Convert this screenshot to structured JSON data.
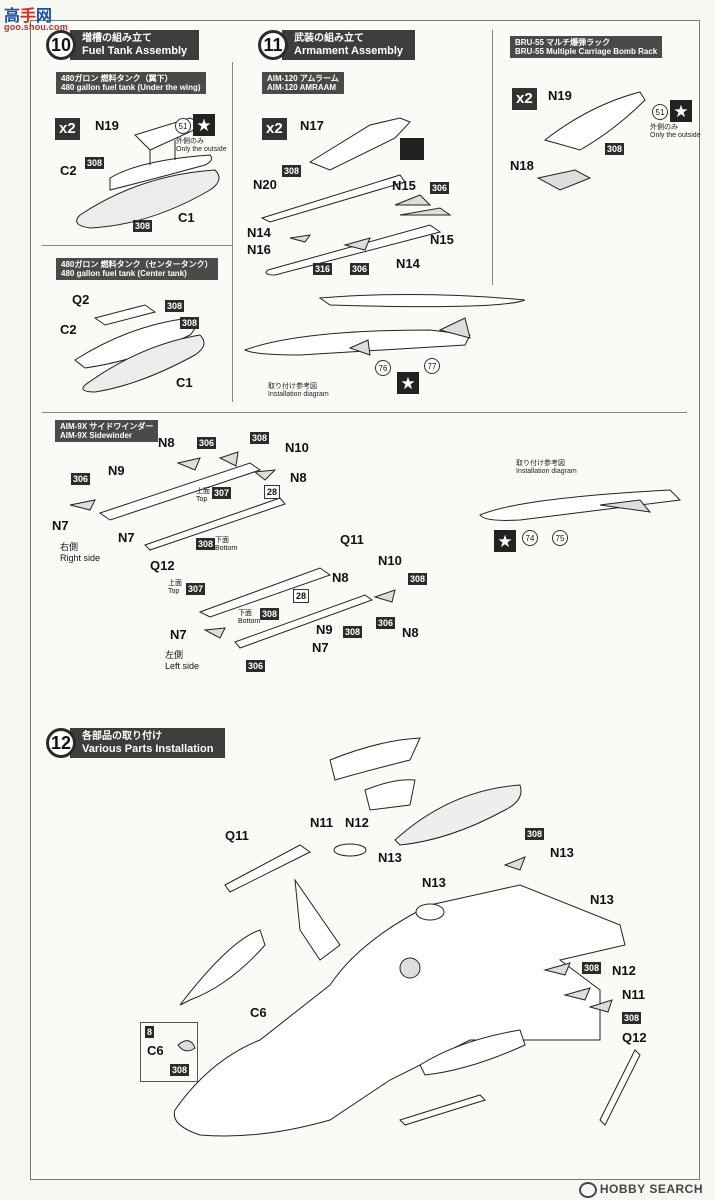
{
  "watermark": {
    "logo_cn": "高",
    "logo_cn_red": "手",
    "logo_cn2": "网",
    "site": "goo.shou.com"
  },
  "step10": {
    "number": "10",
    "title_jp": "増槽の組み立て",
    "title_en": "Fuel Tank Assembly",
    "sub1_jp": "480ガロン 燃料タンク（翼下）",
    "sub1_en": "480 gallon fuel tank (Under the wing)",
    "sub2_jp": "480ガロン 燃料タンク（センタータンク）",
    "sub2_en": "480 gallon fuel tank (Center tank)",
    "qty": "x2",
    "outside_jp": "外側のみ",
    "outside_en": "Only the outside",
    "code51": "51",
    "parts": {
      "n19": "N19",
      "c2": "C2",
      "c1": "C1",
      "q2": "Q2",
      "c2b": "C2",
      "c1b": "C1"
    },
    "paint": "308"
  },
  "step11": {
    "number": "11",
    "title_jp": "武装の組み立て",
    "title_en": "Armament Assembly",
    "sub1_jp": "AIM-120 アムラーム",
    "sub1_en": "AIM-120 AMRAAM",
    "qty": "x2",
    "parts": {
      "n17": "N17",
      "n20": "N20",
      "n15a": "N15",
      "n15b": "N15",
      "n14a": "N14",
      "n16": "N16",
      "n14b": "N14"
    },
    "paint308": "308",
    "paint306": "306",
    "paint316": "316",
    "diagram_jp": "取り付け参考図",
    "diagram_en": "Installation diagram",
    "c76": "76",
    "c77": "77"
  },
  "bru": {
    "title_jp": "BRU-55 マルチ爆弾ラック",
    "title_en": "BRU-55 Multiple Carriage Bomb Rack",
    "qty": "x2",
    "n19": "N19",
    "n18": "N18",
    "code51": "51",
    "outside_jp": "外側のみ",
    "outside_en": "Only the outside",
    "paint": "308"
  },
  "aim9": {
    "title_jp": "AIM-9X サイドワインダー",
    "title_en": "AIM-9X Sidewinder",
    "parts": {
      "n8a": "N8",
      "n10a": "N10",
      "n9a": "N9",
      "n8b": "N8",
      "n7a": "N7",
      "n7b": "N7",
      "q12": "Q12",
      "q11": "Q11",
      "n10b": "N10",
      "n8c": "N8",
      "n8d": "N8",
      "n9b": "N9",
      "n7c": "N7",
      "n7d": "N7"
    },
    "right_jp": "右側",
    "right_en": "Right side",
    "left_jp": "左側",
    "left_en": "Left side",
    "top_jp": "上面",
    "top_en": "Top",
    "bottom_jp": "下面",
    "bottom_en": "Bottom",
    "p306": "306",
    "p308": "308",
    "p307": "307",
    "p28": "28",
    "diagram_jp": "取り付け参考図",
    "diagram_en": "Installation diagram",
    "c74": "74",
    "c75": "75"
  },
  "step12": {
    "number": "12",
    "title_jp": "各部品の取り付け",
    "title_en": "Various Parts Installation",
    "parts": {
      "q11": "Q11",
      "n11a": "N11",
      "n12a": "N12",
      "n13a": "N13",
      "n13b": "N13",
      "n13c": "N13",
      "n13d": "N13",
      "n12b": "N12",
      "n11b": "N11",
      "q12": "Q12",
      "c6a": "C6",
      "c6b": "C6",
      "b8": "8"
    },
    "paint": "308"
  },
  "footer": {
    "brand": "HOBBY SEARCH"
  }
}
